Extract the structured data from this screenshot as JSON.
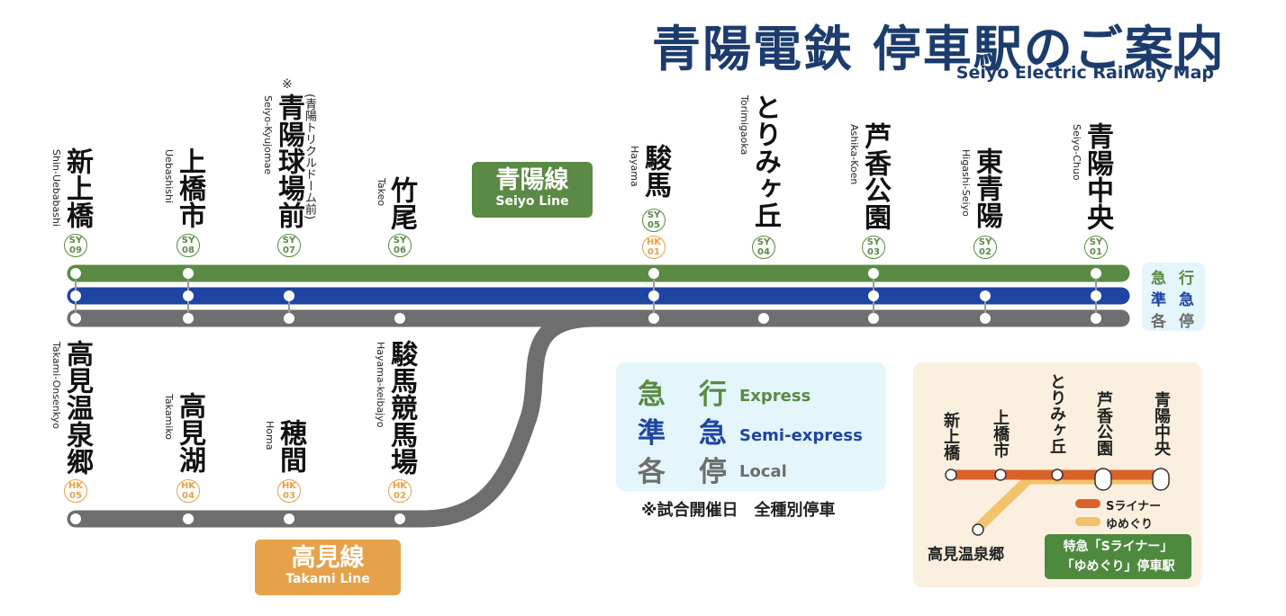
{
  "header": {
    "title": "青陽電鉄 停車駅のご案内",
    "subtitle": "Seiyo Electric Railway Map"
  },
  "colors": {
    "seiyo_line": "#5a8a43",
    "semi_express": "#1f45a3",
    "local": "#6e6e6e",
    "takami_line": "#e6a24a",
    "title": "#1d3c6e",
    "s_liner": "#d9612a",
    "yumeguri": "#f2c36b"
  },
  "seiyo_line": {
    "name": "青陽線",
    "name_en": "Seiyo Line"
  },
  "takami_line": {
    "name": "高見線",
    "name_en": "Takami Line"
  },
  "stations_top": [
    {
      "name": "新上橋",
      "romaji": "Shin-Uebabashi",
      "code_line": "SY",
      "code_num": "09"
    },
    {
      "name": "上橋市",
      "romaji": "Uebashishi",
      "code_line": "SY",
      "code_num": "08"
    },
    {
      "name": "青陽球場前",
      "romaji": "Seiyo-Kyujomae",
      "note": "(青陽トリクルドーム前)",
      "mark": "※",
      "code_line": "SY",
      "code_num": "07"
    },
    {
      "name": "竹尾",
      "romaji": "Takeo",
      "code_line": "SY",
      "code_num": "06"
    },
    {
      "name": "駿馬",
      "romaji": "Hayama",
      "code_line": "SY",
      "code_num": "05",
      "code2_line": "HK",
      "code2_num": "01"
    },
    {
      "name": "とりみヶ丘",
      "romaji": "Torimigaoka",
      "code_line": "SY",
      "code_num": "04"
    },
    {
      "name": "芦香公園",
      "romaji": "Ashika-Koen",
      "code_line": "SY",
      "code_num": "03"
    },
    {
      "name": "東青陽",
      "romaji": "Higashi-Seiyo",
      "code_line": "SY",
      "code_num": "02"
    },
    {
      "name": "青陽中央",
      "romaji": "Seiyo-Chuo",
      "code_line": "SY",
      "code_num": "01"
    }
  ],
  "stations_bottom": [
    {
      "name": "高見温泉郷",
      "romaji": "Takami-Onsenkyo",
      "code_line": "HK",
      "code_num": "05"
    },
    {
      "name": "高見湖",
      "romaji": "Takamiko",
      "code_line": "HK",
      "code_num": "04"
    },
    {
      "name": "穂間",
      "romaji": "Homa",
      "code_line": "HK",
      "code_num": "03"
    },
    {
      "name": "駿馬競馬場",
      "romaji": "Hayama-keibajyo",
      "code_line": "HK",
      "code_num": "02"
    }
  ],
  "service_tag": {
    "express_1": "急",
    "express_2": "行",
    "semi_1": "準",
    "semi_2": "急",
    "local_1": "各",
    "local_2": "停"
  },
  "legend": {
    "express_1": "急",
    "express_2": "行",
    "express_en": "Express",
    "semi_1": "準",
    "semi_2": "急",
    "semi_en": "Semi-express",
    "local_1": "各",
    "local_2": "停",
    "local_en": "Local"
  },
  "footnote": "※試合開催日　全種別停車",
  "inset": {
    "stations": [
      "新上橋",
      "上橋市",
      "とりみヶ丘",
      "芦香公園",
      "青陽中央"
    ],
    "branch_station": "高見温泉郷",
    "legend_sliner": "Sライナー",
    "legend_yumeguri": "ゆめぐり",
    "box_line1": "特急「Sライナー」",
    "box_line2": "「ゆめぐり」停車駅"
  }
}
